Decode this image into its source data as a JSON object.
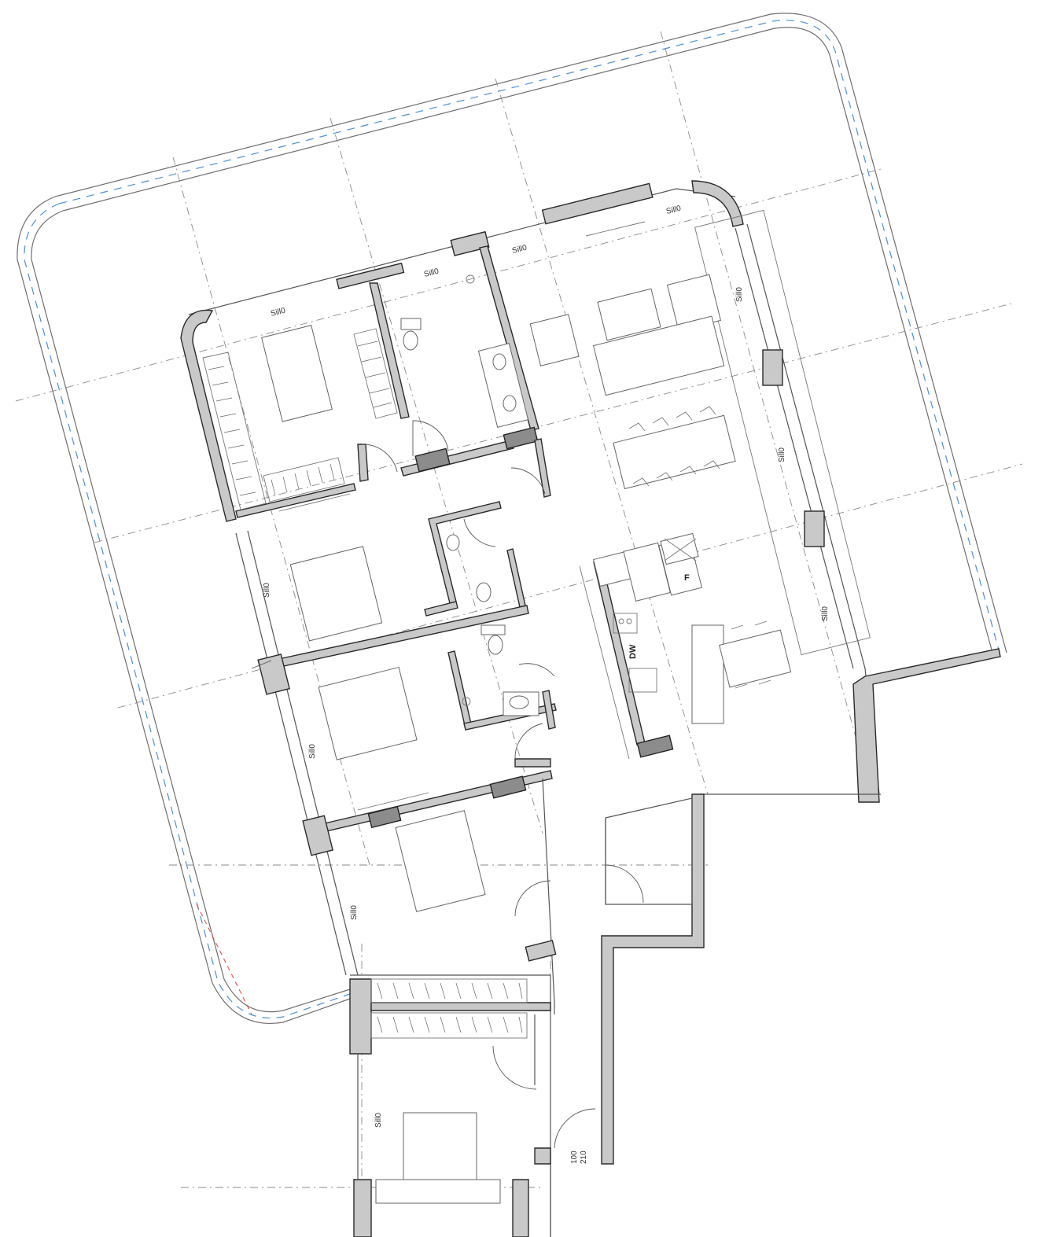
{
  "plan_labels": {
    "sill": "Sill0",
    "dishwasher": "DW",
    "fridge": "F",
    "dim_top": "100",
    "dim_bottom": "210"
  },
  "colors": {
    "wall_fill": "#c9c9c9",
    "wall_cut": "#8c8c8c",
    "terrace_line": "#4a90d9",
    "boundary_line": "#e04040"
  }
}
